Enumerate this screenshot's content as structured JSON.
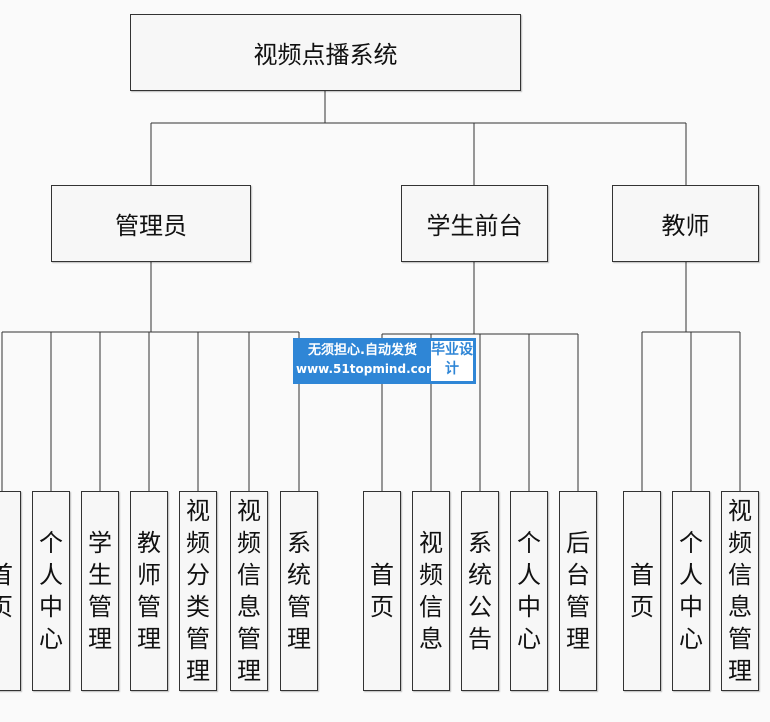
{
  "root": {
    "label": "视频点播系统"
  },
  "level1": [
    {
      "label": "管理员"
    },
    {
      "label": "学生前台"
    },
    {
      "label": "教师"
    }
  ],
  "admin_children": [
    "首页",
    "个人中心",
    "学生管理",
    "教师管理",
    "视频分类管理",
    "视频信息管理",
    "系统管理"
  ],
  "student_children": [
    "首页",
    "视频信息",
    "系统公告",
    "个人中心",
    "后台管理"
  ],
  "teacher_children": [
    "首页",
    "个人中心",
    "视频信息管理"
  ],
  "watermark": {
    "line1": "无须担心.自动发货",
    "line2": "www.51topmind.com",
    "badge": "毕业设计"
  },
  "colors": {
    "line": "#333333",
    "box_fill": "#f7f7f7",
    "watermark_blue": "#2f86d6"
  }
}
